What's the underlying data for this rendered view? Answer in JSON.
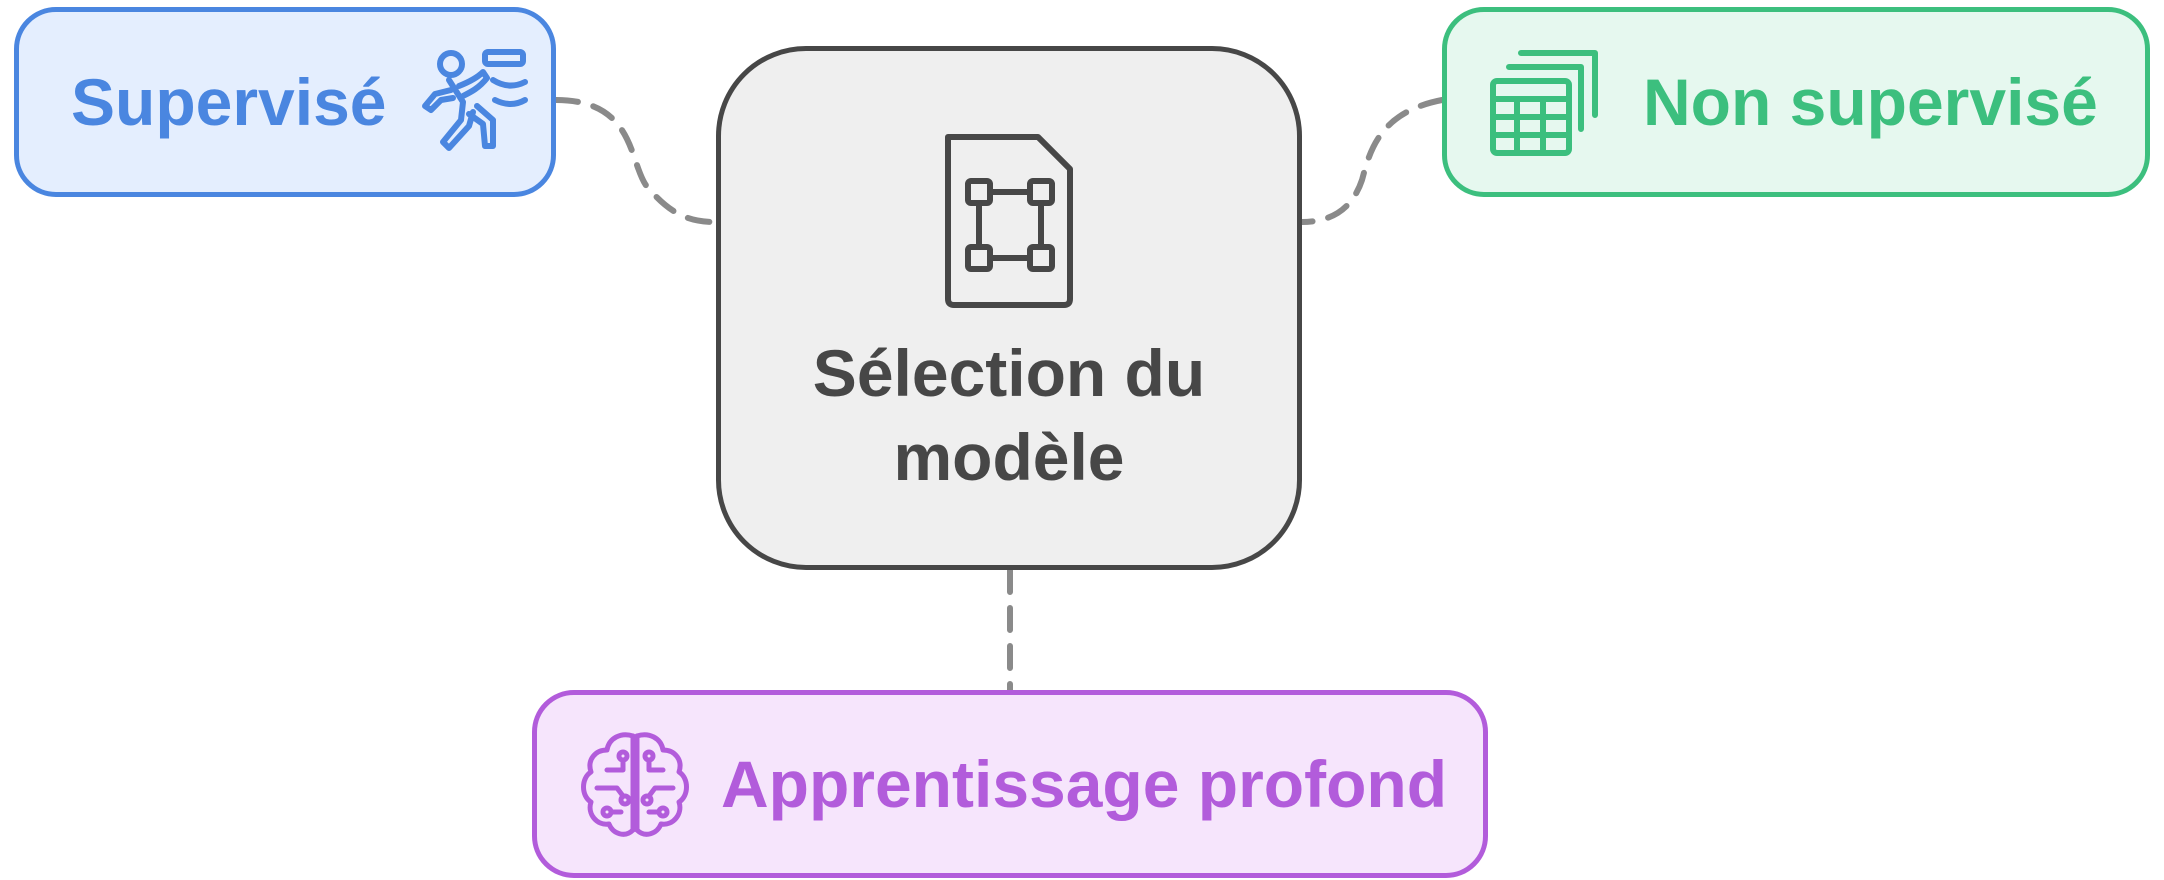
{
  "diagram": {
    "center": {
      "title_line1": "Sélection du",
      "title_line2": "modèle",
      "icon": "document-frame-icon",
      "color": "#474747",
      "background": "#EFEFEF"
    },
    "branches": [
      {
        "key": "supervised",
        "label": "Supervisé",
        "icon": "runner-icon",
        "color": "#4A86E0",
        "background": "#E4EEFE"
      },
      {
        "key": "unsupervised",
        "label": "Non supervisé",
        "icon": "table-stack-icon",
        "color": "#3CBF7E",
        "background": "#E6F8EF"
      },
      {
        "key": "deep",
        "label": "Apprentissage profond",
        "icon": "brain-circuit-icon",
        "color": "#B25CDB",
        "background": "#F6E5FC"
      }
    ],
    "connector_color": "#8A8A8A",
    "connector_style": "dashed"
  }
}
